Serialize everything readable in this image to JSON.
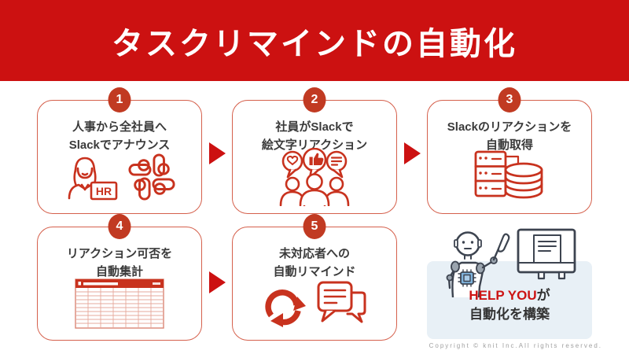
{
  "header": {
    "title": "タスクリマインドの自動化"
  },
  "steps": [
    {
      "number": "1",
      "lines": [
        "人事から全社員へ",
        "Slackでアナウンス"
      ],
      "hr_label": "HR",
      "icons": [
        "hr-person-icon",
        "slack-logo-icon"
      ]
    },
    {
      "number": "2",
      "lines": [
        "社員がSlackで",
        "絵文字リアクション"
      ],
      "icons": [
        "emoji-reaction-people-icon"
      ]
    },
    {
      "number": "3",
      "lines": [
        "Slackのリアクションを",
        "自動取得"
      ],
      "icons": [
        "server-database-icon"
      ]
    },
    {
      "number": "4",
      "lines": [
        "リアクション可否を",
        "自動集計"
      ],
      "icons": [
        "spreadsheet-icon"
      ]
    },
    {
      "number": "5",
      "lines": [
        "未対応者への",
        "自動リマインド"
      ],
      "icons": [
        "refresh-sync-icon",
        "chat-bubbles-icon"
      ]
    }
  ],
  "result": {
    "brand": "HELP YOU",
    "suffix": "が",
    "line2": "自動化を構築",
    "icons": [
      "robot-icon",
      "monitor-icon"
    ]
  },
  "footer": {
    "copyright": "Copyright © knit Inc.All rights reserved."
  },
  "colors": {
    "banner_red": "#CC1111",
    "badge_red": "#C13A22",
    "icon_red": "#C8321E",
    "box_border_red": "#D5604C",
    "text_dark": "#3A3A3A",
    "result_bg_blue": "#E8F0F6",
    "brand_red": "#CC1414",
    "robot_outline": "#3D4450",
    "chip_blue": "#7FB3DC",
    "copyright_gray": "#A0A0A0"
  }
}
